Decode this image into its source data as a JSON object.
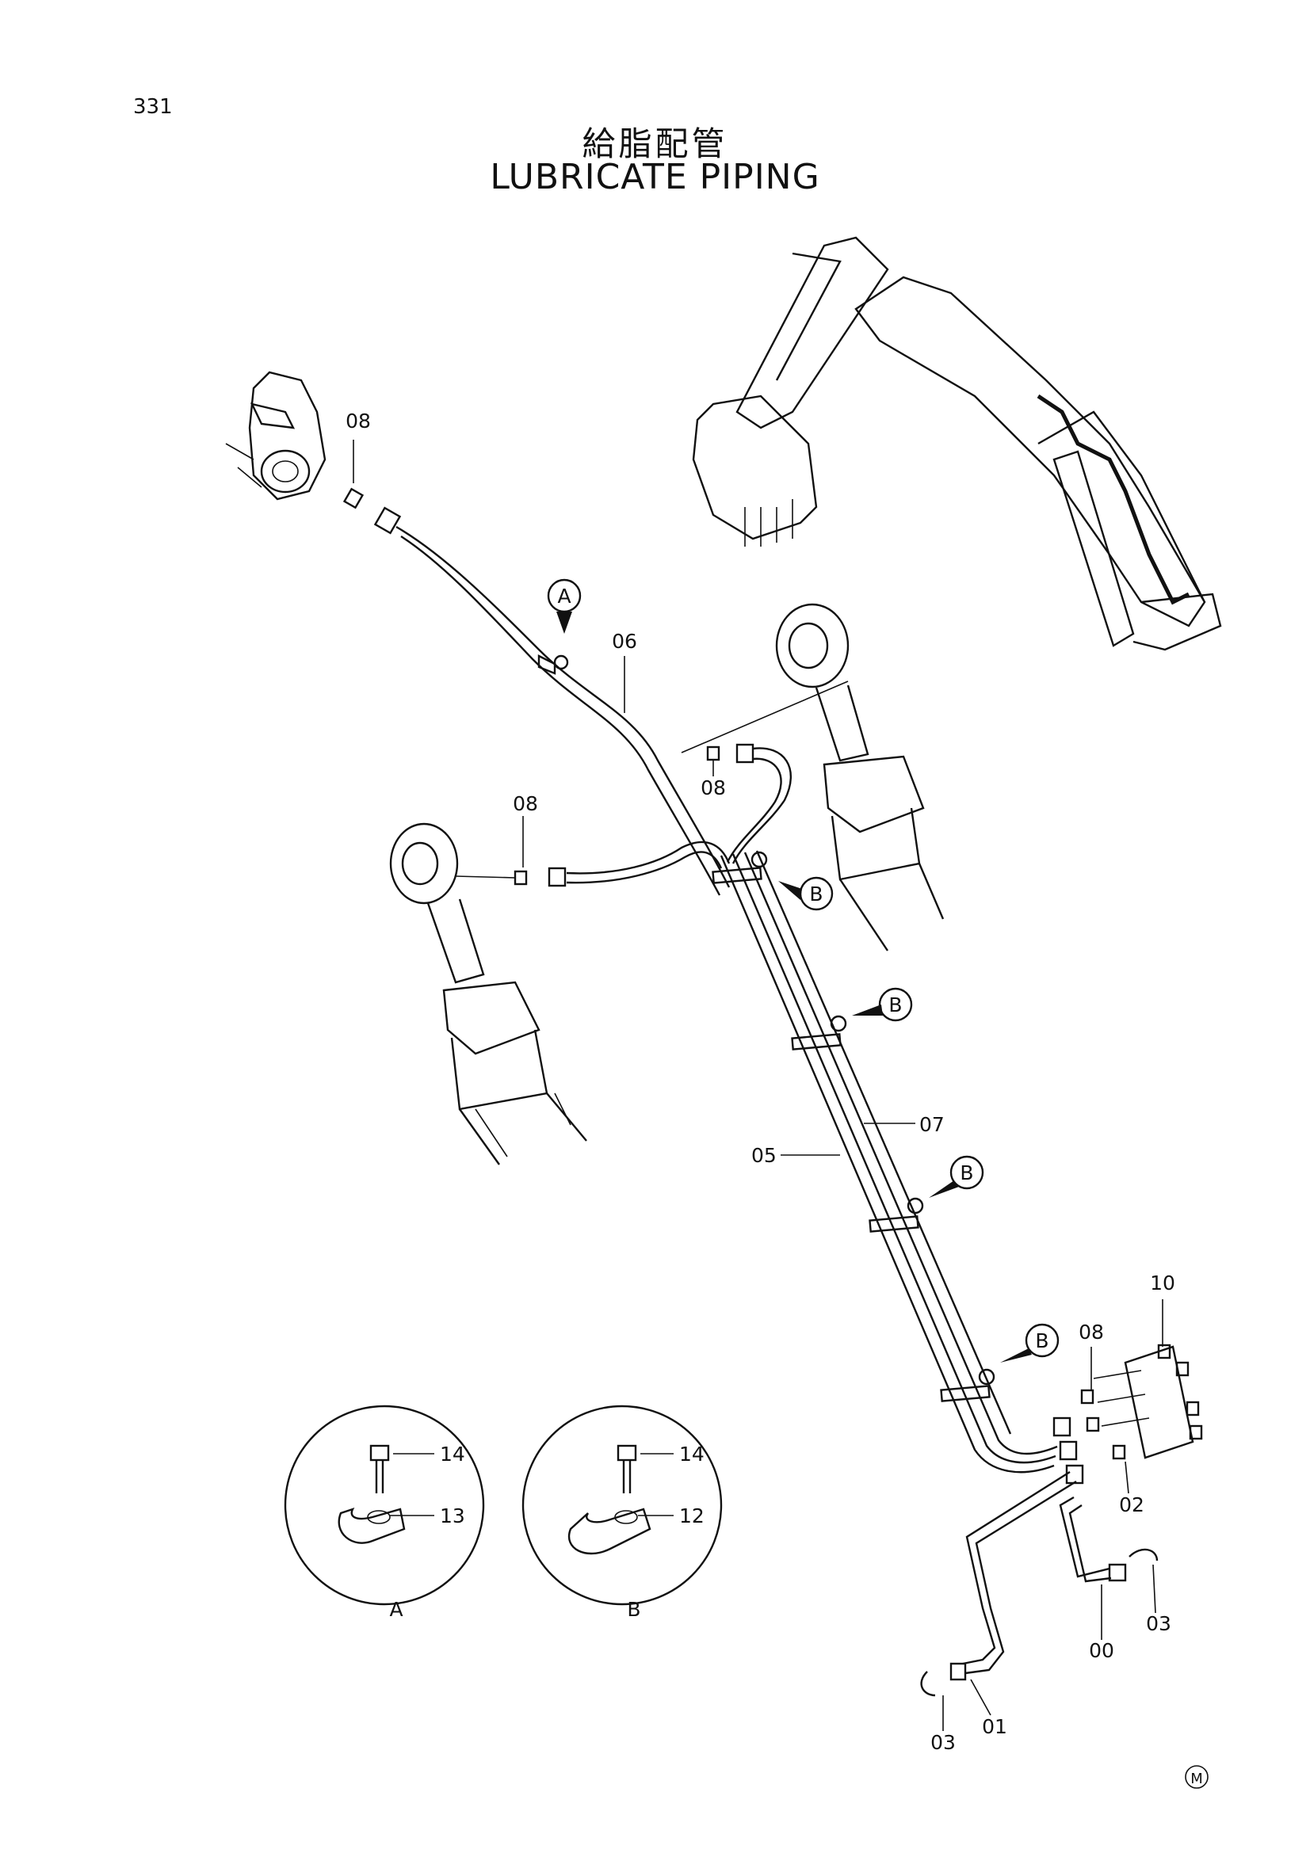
{
  "page_number": "331",
  "title_jp": "給脂配管",
  "title_en": "LUBRICATE PIPING",
  "callouts": {
    "A": "A",
    "B": "B"
  },
  "part_labels": {
    "p08_top": "08",
    "p06": "06",
    "p08_mid": "08",
    "p08_left": "08",
    "p07": "07",
    "p05": "05",
    "p10": "10",
    "p08_block": "08",
    "p02": "02",
    "p03_right": "03",
    "p00": "00",
    "p03_bottom": "03",
    "p01": "01",
    "a14": "14",
    "a13": "13",
    "b14": "14",
    "b12": "12",
    "detail_a": "A",
    "detail_b": "B"
  },
  "corner_mark": "M"
}
